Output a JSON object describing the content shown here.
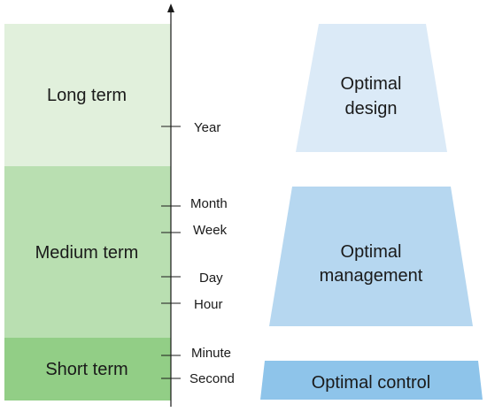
{
  "bands": [
    {
      "id": "long",
      "label": "Long term",
      "color": "#e1f0dc"
    },
    {
      "id": "medium",
      "label": "Medium term",
      "color": "#b9dfb1"
    },
    {
      "id": "short",
      "label": "Short term",
      "color": "#92ce86"
    }
  ],
  "time_ticks": [
    {
      "id": "year",
      "label": "Year"
    },
    {
      "id": "month",
      "label": "Month"
    },
    {
      "id": "week",
      "label": "Week"
    },
    {
      "id": "day",
      "label": "Day"
    },
    {
      "id": "hour",
      "label": "Hour"
    },
    {
      "id": "minute",
      "label": "Minute"
    },
    {
      "id": "second",
      "label": "Second"
    }
  ],
  "boxes": [
    {
      "id": "design",
      "lines": [
        "Optimal",
        "design"
      ],
      "color": "#dbeaf7"
    },
    {
      "id": "management",
      "lines": [
        "Optimal",
        "management"
      ],
      "color": "#b6d7f0"
    },
    {
      "id": "control",
      "lines": [
        "Optimal control"
      ],
      "color": "#8ec4ea"
    }
  ],
  "axis": {
    "color": "#1a1a1a"
  }
}
